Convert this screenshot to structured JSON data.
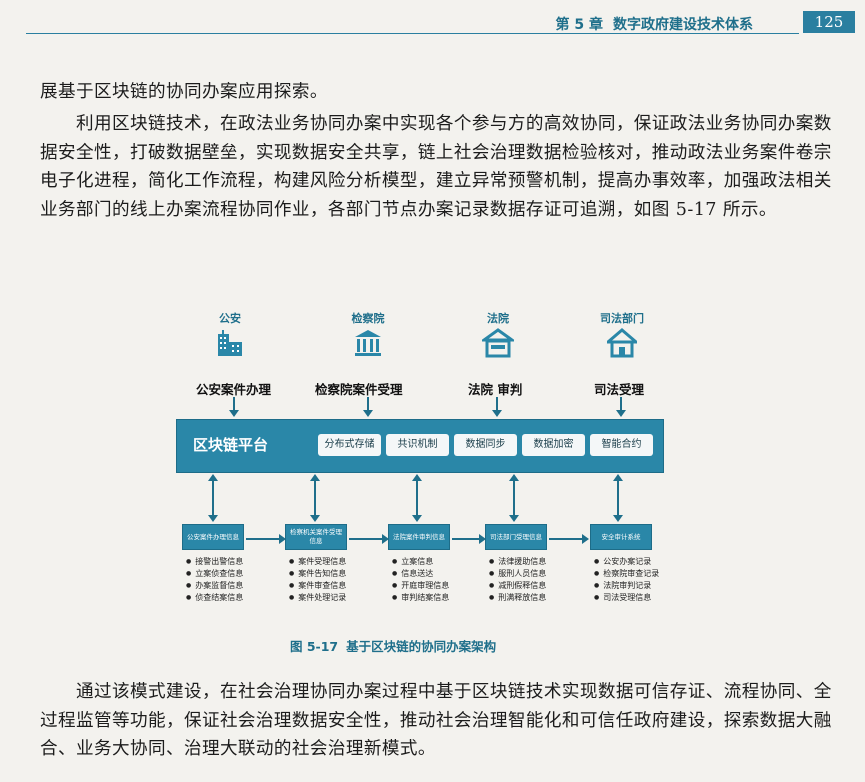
{
  "header": {
    "chapter": "第 5 章",
    "title": "数字政府建设技术体系",
    "page": "125"
  },
  "text": {
    "p1": "展基于区块链的协同办案应用探索。",
    "p2": "利用区块链技术，在政法业务协同办案中实现各个参与方的高效协同，保证政法业务协同办案数据安全性，打破数据壁垒，实现数据安全共享，链上社会治理数据检验核对，推动政法业务案件卷宗电子化进程，简化工作流程，构建风险分析模型，建立异常预警机制，提高办事效率，加强政法相关业务部门的线上办案流程协同作业，各部门节点办案记录数据存证可追溯，如图 5-17 所示。",
    "p3": "通过该模式建设，在社会治理协同办案过程中基于区块链技术实现数据可信存证、流程协同、全过程监管等功能，保证社会治理数据安全性，推动社会治理智能化和可信任政府建设，探索数据大融合、业务大协同、治理大联动的社会治理新模式。"
  },
  "figure": {
    "caption_no": "图 5-17",
    "caption": "基于区块链的协同办案架构",
    "entities": [
      {
        "name": "公安",
        "action": "公安案件办理",
        "icon": "police-building-icon"
      },
      {
        "name": "检察院",
        "action": "检察院案件受理",
        "icon": "procuratorate-columns-icon"
      },
      {
        "name": "法院",
        "action": "法院 审判",
        "icon": "court-building-icon"
      },
      {
        "name": "司法部门",
        "action": "司法受理",
        "icon": "justice-house-icon"
      }
    ],
    "platform": {
      "title": "区块链平台",
      "modules": [
        "分布式存储",
        "共识机制",
        "数据同步",
        "数据加密",
        "智能合约"
      ]
    },
    "nodes": [
      {
        "title": "公安案件办理信息",
        "items": [
          "接警出警信息",
          "立案侦查信息",
          "办案监督信息",
          "侦查结案信息"
        ]
      },
      {
        "title": "检察机关案件受理信息",
        "items": [
          "案件受理信息",
          "案件告知信息",
          "案件审查信息",
          "案件处理记录"
        ]
      },
      {
        "title": "法院案件审判信息",
        "items": [
          "立案信息",
          "信息送达",
          "开庭审理信息",
          "审判结案信息"
        ]
      },
      {
        "title": "司法部门受理信息",
        "items": [
          "法律援助信息",
          "服刑人员信息",
          "减刑假释信息",
          "刑满释放信息"
        ]
      },
      {
        "title": "安全审计系统",
        "items": [
          "公安办案记录",
          "检察院审查记录",
          "法院审判记录",
          "司法受理信息"
        ]
      }
    ]
  }
}
